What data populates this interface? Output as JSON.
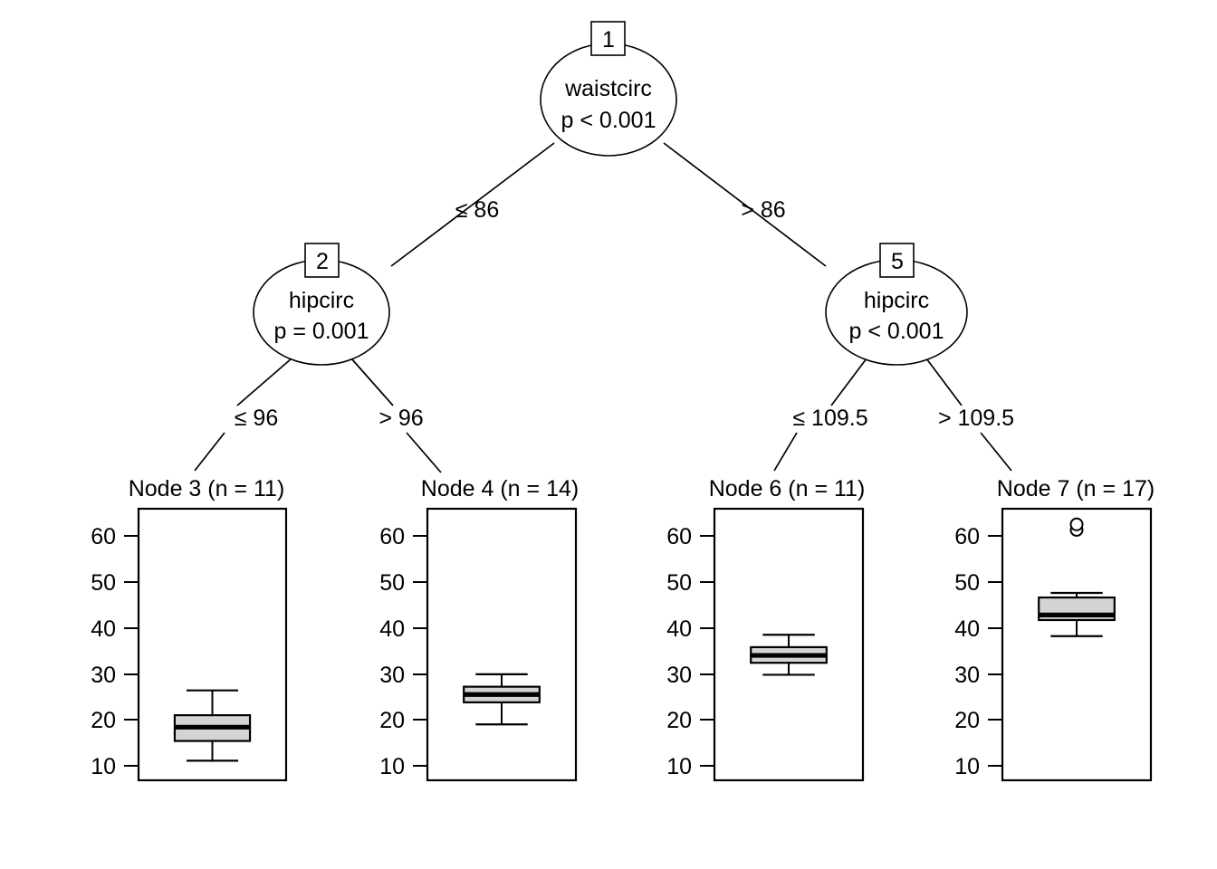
{
  "figure": {
    "type": "conditional-inference-tree",
    "background": "#ffffff",
    "foreground": "#000000",
    "box_fill": "#d4d4d4"
  },
  "chart_data": {
    "type": "tree-with-boxplots",
    "title": "",
    "ylabel": "",
    "ylim": [
      6,
      67
    ],
    "yticks": [
      10,
      20,
      30,
      40,
      50,
      60
    ],
    "grid": false,
    "legend": "none",
    "inner_nodes": [
      {
        "id": "1",
        "variable": "waistcirc",
        "pvalue": "p < 0.001",
        "children": [
          "2",
          "5"
        ],
        "split_labels": [
          "≤ 86",
          "> 86"
        ]
      },
      {
        "id": "2",
        "variable": "hipcirc",
        "pvalue": "p = 0.001",
        "children": [
          "3",
          "4"
        ],
        "split_labels": [
          "≤ 96",
          "> 96"
        ]
      },
      {
        "id": "5",
        "variable": "hipcirc",
        "pvalue": "p < 0.001",
        "children": [
          "6",
          "7"
        ],
        "split_labels": [
          "≤ 109.5",
          "> 109.5"
        ]
      }
    ],
    "terminal_nodes": [
      {
        "id": "3",
        "title": "Node 3 (n = 11)",
        "n": 11,
        "box": {
          "whisker_low": 11.1,
          "q1": 15.4,
          "median": 18.4,
          "q3": 21.0,
          "whisker_high": 26.4,
          "outliers": []
        }
      },
      {
        "id": "4",
        "title": "Node 4 (n = 14)",
        "n": 14,
        "box": {
          "whisker_low": 19.0,
          "q1": 23.8,
          "median": 25.5,
          "q3": 27.2,
          "whisker_high": 29.9,
          "outliers": []
        }
      },
      {
        "id": "6",
        "title": "Node 6 (n = 11)",
        "n": 11,
        "box": {
          "whisker_low": 29.8,
          "q1": 32.4,
          "median": 34.0,
          "q3": 35.8,
          "whisker_high": 38.5,
          "outliers": []
        }
      },
      {
        "id": "7",
        "title": "Node 7 (n = 17)",
        "n": 17,
        "box": {
          "whisker_low": 38.2,
          "q1": 41.7,
          "median": 42.8,
          "q3": 46.6,
          "whisker_high": 47.6,
          "outliers": [
            61.3,
            62.5
          ]
        }
      }
    ]
  },
  "labels": {
    "node1_var": "waistcirc",
    "node1_p": "p < 0.001",
    "node1_num": "1",
    "node2_var": "hipcirc",
    "node2_p": "p = 0.001",
    "node2_num": "2",
    "node5_var": "hipcirc",
    "node5_p": "p < 0.001",
    "node5_num": "5",
    "edge_1_left": "≤ 86",
    "edge_1_right": "> 86",
    "edge_2_left": "≤ 96",
    "edge_2_right": "> 96",
    "edge_5_left": "≤ 109.5",
    "edge_5_right": "> 109.5",
    "leaf3_title": "Node 3 (n = 11)",
    "leaf4_title": "Node 4 (n = 14)",
    "leaf6_title": "Node 6 (n = 11)",
    "leaf7_title": "Node 7 (n = 17)",
    "tick60": "60",
    "tick50": "50",
    "tick40": "40",
    "tick30": "30",
    "tick20": "20",
    "tick10": "10"
  }
}
